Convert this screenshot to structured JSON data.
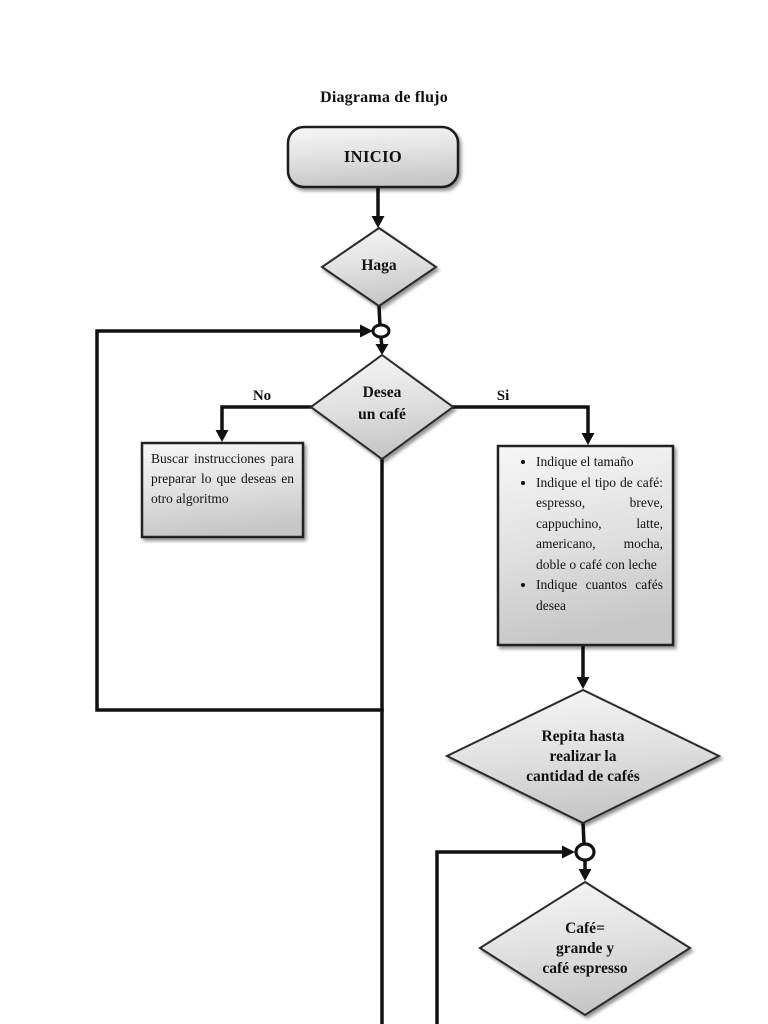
{
  "page": {
    "title": "Diagrama de flujo"
  },
  "flowchart": {
    "inicio": {
      "label": "INICIO"
    },
    "haga": {
      "label": "Haga"
    },
    "desea": {
      "line1": "Desea",
      "line2": "un café"
    },
    "branch_no": {
      "label": "No"
    },
    "branch_si": {
      "label": "Si"
    },
    "buscar": {
      "text": "Buscar instrucciones para preparar lo que deseas en otro algoritmo"
    },
    "indique": {
      "items": [
        "Indique el tamaño",
        "Indique el tipo de café: espresso, breve, cappuchino, latte, americano, mocha, doble o café con leche",
        "Indique cuantos cafés desea"
      ]
    },
    "repita": {
      "line1": "Repita hasta",
      "line2": "realizar la",
      "line3": "cantidad de cafés"
    },
    "cafe": {
      "line1": "Café=",
      "line2": "grande y",
      "line3": "café espresso"
    }
  },
  "colors": {
    "background": "#ffffff",
    "shape_fill_light": "#f6f6f6",
    "shape_fill_dark": "#c7c7c7",
    "shape_stroke": "#1f1f1f",
    "line_color": "#111111",
    "text_color": "#111111"
  }
}
